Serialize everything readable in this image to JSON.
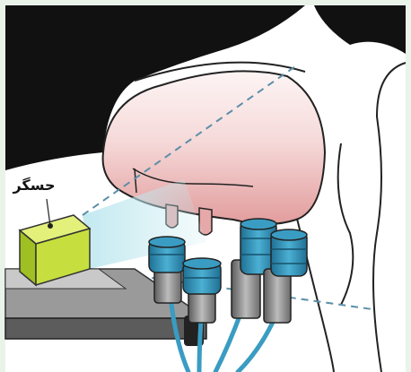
{
  "figure": {
    "sensor_label": "حسگر",
    "colors": {
      "background": "#eaf3ea",
      "cow_dark": "#111111",
      "udder_light": "#fbeff0",
      "udder_pink": "#e6a8a8",
      "sensor_green": "#c6df3e",
      "cup_blue": "#2d8bb0",
      "scan_cyan": "#c8ecf2",
      "rail_gray": "#9a9a9a"
    },
    "icons": [
      "sensor-box",
      "teat-cup",
      "milking-tube"
    ]
  }
}
